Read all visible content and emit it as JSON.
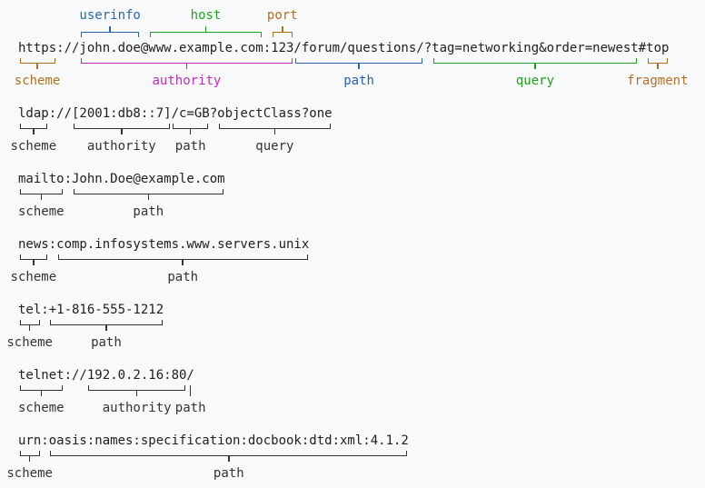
{
  "page": {
    "background": "#f8f9fa",
    "url_text_color": "#202122"
  },
  "colors": {
    "scheme": "#b2701f",
    "userinfo": "#2a65b2",
    "host": "#22a022",
    "port": "#b2701f",
    "authority": "#bf2cbd",
    "path": "#2a65b2",
    "query": "#22a022",
    "fragment": "#b2701f",
    "plain": "#333333"
  },
  "examples": [
    {
      "id": "https",
      "url": "https://john.doe@www.example.com:123/forum/questions/?tag=networking&order=newest#top",
      "above": [
        {
          "label": "userinfo",
          "start": 8,
          "end": 16,
          "color": "userinfo"
        },
        {
          "label": "host",
          "start": 17,
          "end": 32,
          "color": "host"
        },
        {
          "label": "port",
          "start": 33,
          "end": 36,
          "color": "port"
        }
      ],
      "below": [
        {
          "label": "scheme",
          "start": 0,
          "end": 5,
          "color": "scheme"
        },
        {
          "label": "authority",
          "start": 8,
          "end": 36,
          "color": "authority"
        },
        {
          "label": "path",
          "start": 36,
          "end": 53,
          "color": "path"
        },
        {
          "label": "query",
          "start": 54,
          "end": 81,
          "color": "query"
        },
        {
          "label": "fragment",
          "start": 82,
          "end": 85,
          "color": "fragment"
        }
      ]
    },
    {
      "id": "ldap",
      "url": "ldap://[2001:db8::7]/c=GB?objectClass?one",
      "below": [
        {
          "label": "scheme",
          "start": 0,
          "end": 4,
          "color": "plain"
        },
        {
          "label": "authority",
          "start": 7,
          "end": 20,
          "color": "plain"
        },
        {
          "label": "path",
          "start": 20,
          "end": 25,
          "color": "plain"
        },
        {
          "label": "query",
          "start": 26,
          "end": 41,
          "color": "plain"
        }
      ]
    },
    {
      "id": "mailto",
      "url": "mailto:John.Doe@example.com",
      "below": [
        {
          "label": "scheme",
          "start": 0,
          "end": 6,
          "color": "plain"
        },
        {
          "label": "path",
          "start": 7,
          "end": 27,
          "color": "plain"
        }
      ]
    },
    {
      "id": "news",
      "url": "news:comp.infosystems.www.servers.unix",
      "below": [
        {
          "label": "scheme",
          "start": 0,
          "end": 4,
          "color": "plain"
        },
        {
          "label": "path",
          "start": 5,
          "end": 38,
          "color": "plain"
        }
      ]
    },
    {
      "id": "tel",
      "url": "tel:+1-816-555-1212",
      "below": [
        {
          "label": "scheme",
          "start": 0,
          "end": 3,
          "color": "plain"
        },
        {
          "label": "path",
          "start": 4,
          "end": 19,
          "color": "plain"
        }
      ]
    },
    {
      "id": "telnet",
      "url": "telnet://192.0.2.16:80/",
      "below": [
        {
          "label": "scheme",
          "start": 0,
          "end": 6,
          "color": "plain"
        },
        {
          "label": "authority",
          "start": 9,
          "end": 22,
          "color": "plain"
        },
        {
          "label": "path",
          "start": 22,
          "end": 23,
          "color": "plain"
        }
      ]
    },
    {
      "id": "urn",
      "url": "urn:oasis:names:specification:docbook:dtd:xml:4.1.2",
      "below": [
        {
          "label": "scheme",
          "start": 0,
          "end": 3,
          "color": "plain"
        },
        {
          "label": "path",
          "start": 4,
          "end": 51,
          "color": "plain"
        }
      ]
    }
  ]
}
